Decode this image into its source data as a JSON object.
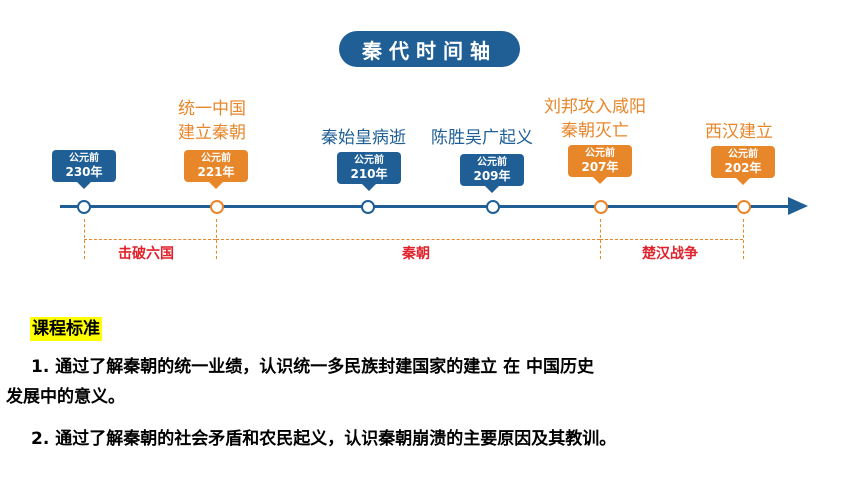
{
  "title": "秦代时间轴",
  "colors": {
    "blue": "#1f5f96",
    "orange": "#e8862a",
    "red": "#e0212b",
    "highlight": "#ffff00"
  },
  "badges": [
    {
      "line1": "公元前",
      "line2": "230年",
      "color": "blue"
    },
    {
      "line1": "公元前",
      "line2": "221年",
      "color": "orange"
    },
    {
      "line1": "公元前",
      "line2": "210年",
      "color": "blue"
    },
    {
      "line1": "公元前",
      "line2": "209年",
      "color": "blue"
    },
    {
      "line1": "公元前",
      "line2": "207年",
      "color": "orange"
    },
    {
      "line1": "公元前",
      "line2": "202年",
      "color": "orange"
    }
  ],
  "events": {
    "e221_l1": "统一中国",
    "e221_l2": "建立秦朝",
    "e210": "秦始皇病逝",
    "e209": "陈胜吴广起义",
    "e207_l1": "刘邦攻入咸阳",
    "e207_l2": "秦朝灭亡",
    "e202": "西汉建立"
  },
  "spans": {
    "conquest": "击破六国",
    "qin": "秦朝",
    "chuhan": "楚汉战争"
  },
  "standards": {
    "heading": "课程标准",
    "item1_line1": "1. 通过了解秦朝的统一业绩，认识统一多民族封建国家的建立 在 中国历史",
    "item1_line2": "发展中的意义。",
    "item2": "2. 通过了解秦朝的社会矛盾和农民起义，认识秦朝崩溃的主要原因及其教训。"
  }
}
